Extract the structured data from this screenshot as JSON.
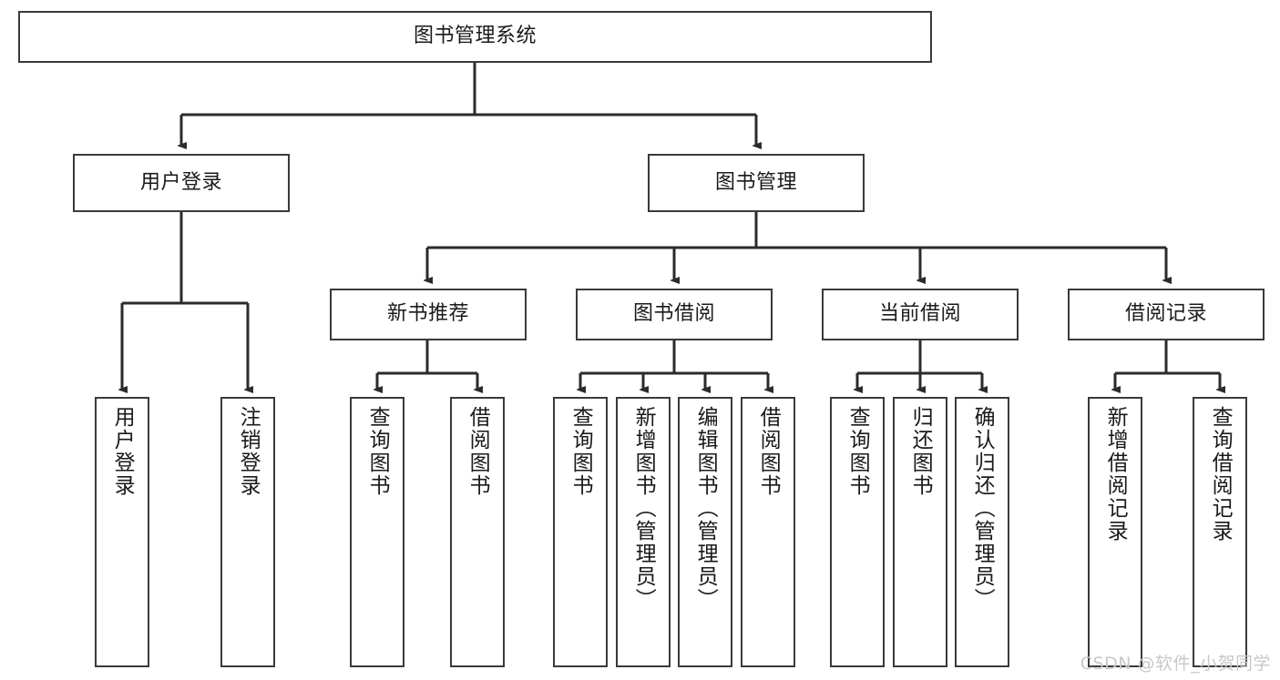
{
  "diagram": {
    "title": "图书管理系统",
    "type": "tree",
    "watermark": "CSDN @软件_小贺同学",
    "colors": {
      "box_border": "#3a3a3a",
      "box_fill": "#ffffff",
      "edge": "#2b2b2b",
      "text": "#1a1a1a",
      "watermark": "#c8c8c8",
      "background": "#ffffff"
    },
    "levels": {
      "root": {
        "label": "图书管理系统"
      },
      "level2": [
        {
          "label": "用户登录"
        },
        {
          "label": "图书管理"
        }
      ],
      "level3": [
        {
          "label": "新书推荐"
        },
        {
          "label": "图书借阅"
        },
        {
          "label": "当前借阅"
        },
        {
          "label": "借阅记录"
        }
      ],
      "leaves": {
        "user_login": [
          {
            "label": "用户登录"
          },
          {
            "label": "注销登录"
          }
        ],
        "new_book_recommend": [
          {
            "label": "查询图书"
          },
          {
            "label": "借阅图书"
          }
        ],
        "book_borrow": [
          {
            "label": "查询图书"
          },
          {
            "label": "新增图书（管理员）"
          },
          {
            "label": "编辑图书（管理员）"
          },
          {
            "label": "借阅图书"
          }
        ],
        "current_borrow": [
          {
            "label": "查询图书"
          },
          {
            "label": "归还图书"
          },
          {
            "label": "确认归还（管理员）"
          }
        ],
        "borrow_record": [
          {
            "label": "新增借阅记录"
          },
          {
            "label": "查询借阅记录"
          }
        ]
      }
    }
  }
}
